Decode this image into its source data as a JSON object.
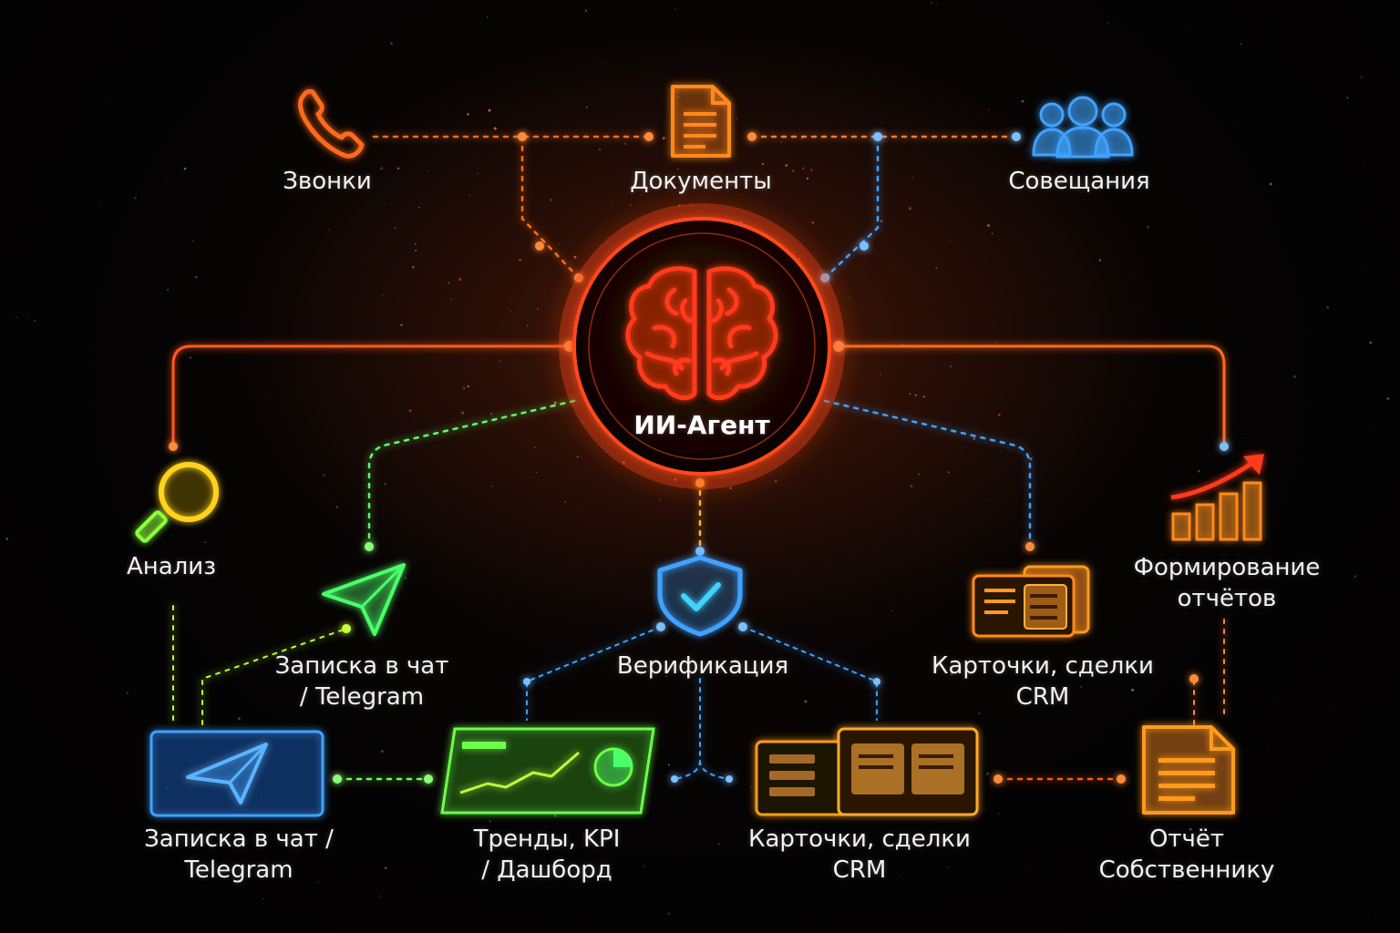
{
  "colors": {
    "orange": "#ff6a1a",
    "red": "#ff3b1a",
    "blue": "#3fa2ff",
    "green": "#4cff6a",
    "lime": "#b6ff3a",
    "yellow": "#ffd21a",
    "amber": "#ff9a1a"
  },
  "center": {
    "label": "ИИ-Агент",
    "icon": "brain-icon"
  },
  "nodes": {
    "calls": {
      "label": "Звонки",
      "icon": "phone-icon"
    },
    "documents": {
      "label": "Документы",
      "icon": "document-icon"
    },
    "meetings": {
      "label": "Совещания",
      "icon": "people-icon"
    },
    "analysis": {
      "label": "Анализ",
      "icon": "magnifier-icon"
    },
    "note_top": {
      "label": "Записка в чат\n/ Telegram",
      "icon": "paper-plane-icon"
    },
    "verification": {
      "label": "Верификация",
      "icon": "shield-check-icon"
    },
    "crm_top": {
      "label": "Карточки, сделки\nCRM",
      "icon": "cards-icon"
    },
    "reports": {
      "label": "Формирование\nотчётов",
      "icon": "bar-chart-icon"
    },
    "note_bottom": {
      "label": "Записка в чат /\nTelegram",
      "icon": "telegram-panel-icon"
    },
    "trends": {
      "label": "Тренды,  KPI\n/ Дашборд",
      "icon": "dashboard-icon"
    },
    "crm_bottom": {
      "label": "Карточки, сделки\nCRM",
      "icon": "crm-cards-icon"
    },
    "owner_report": {
      "label": "Отчёт\nСобственнику",
      "icon": "report-document-icon"
    }
  }
}
